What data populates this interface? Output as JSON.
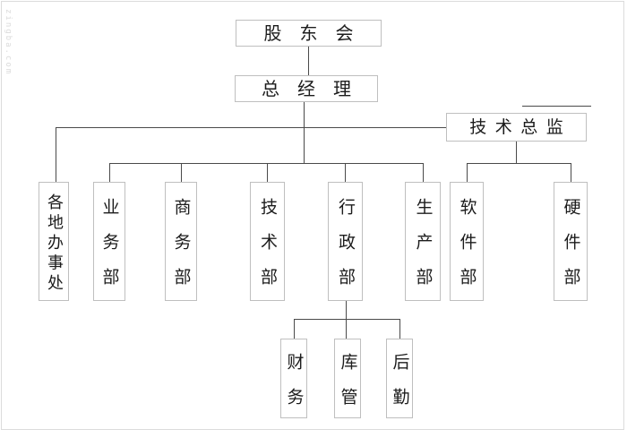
{
  "watermark": {
    "text": "zingba.com"
  },
  "colors": {
    "background": "#ffffff",
    "page_border": "#dcdcdc",
    "box_border": "#bfbfbf",
    "connector": "#4a4a4a",
    "text": "#1c1c1c",
    "watermark": "#dadada"
  },
  "org": {
    "shareholders": {
      "label": "股东会"
    },
    "general_manager": {
      "label": "总经理"
    },
    "technical_director": {
      "label": "技术总监"
    },
    "departments": [
      {
        "label": "各地办事处"
      },
      {
        "label": "业务部"
      },
      {
        "label": "商务部"
      },
      {
        "label": "技术部"
      },
      {
        "label": "行政部"
      },
      {
        "label": "生产部"
      }
    ],
    "tech_departments": [
      {
        "label": "软件部"
      },
      {
        "label": "硬件部"
      }
    ],
    "admin_sub_departments": [
      {
        "label": "财务"
      },
      {
        "label": "库管"
      },
      {
        "label": "后勤"
      }
    ]
  }
}
